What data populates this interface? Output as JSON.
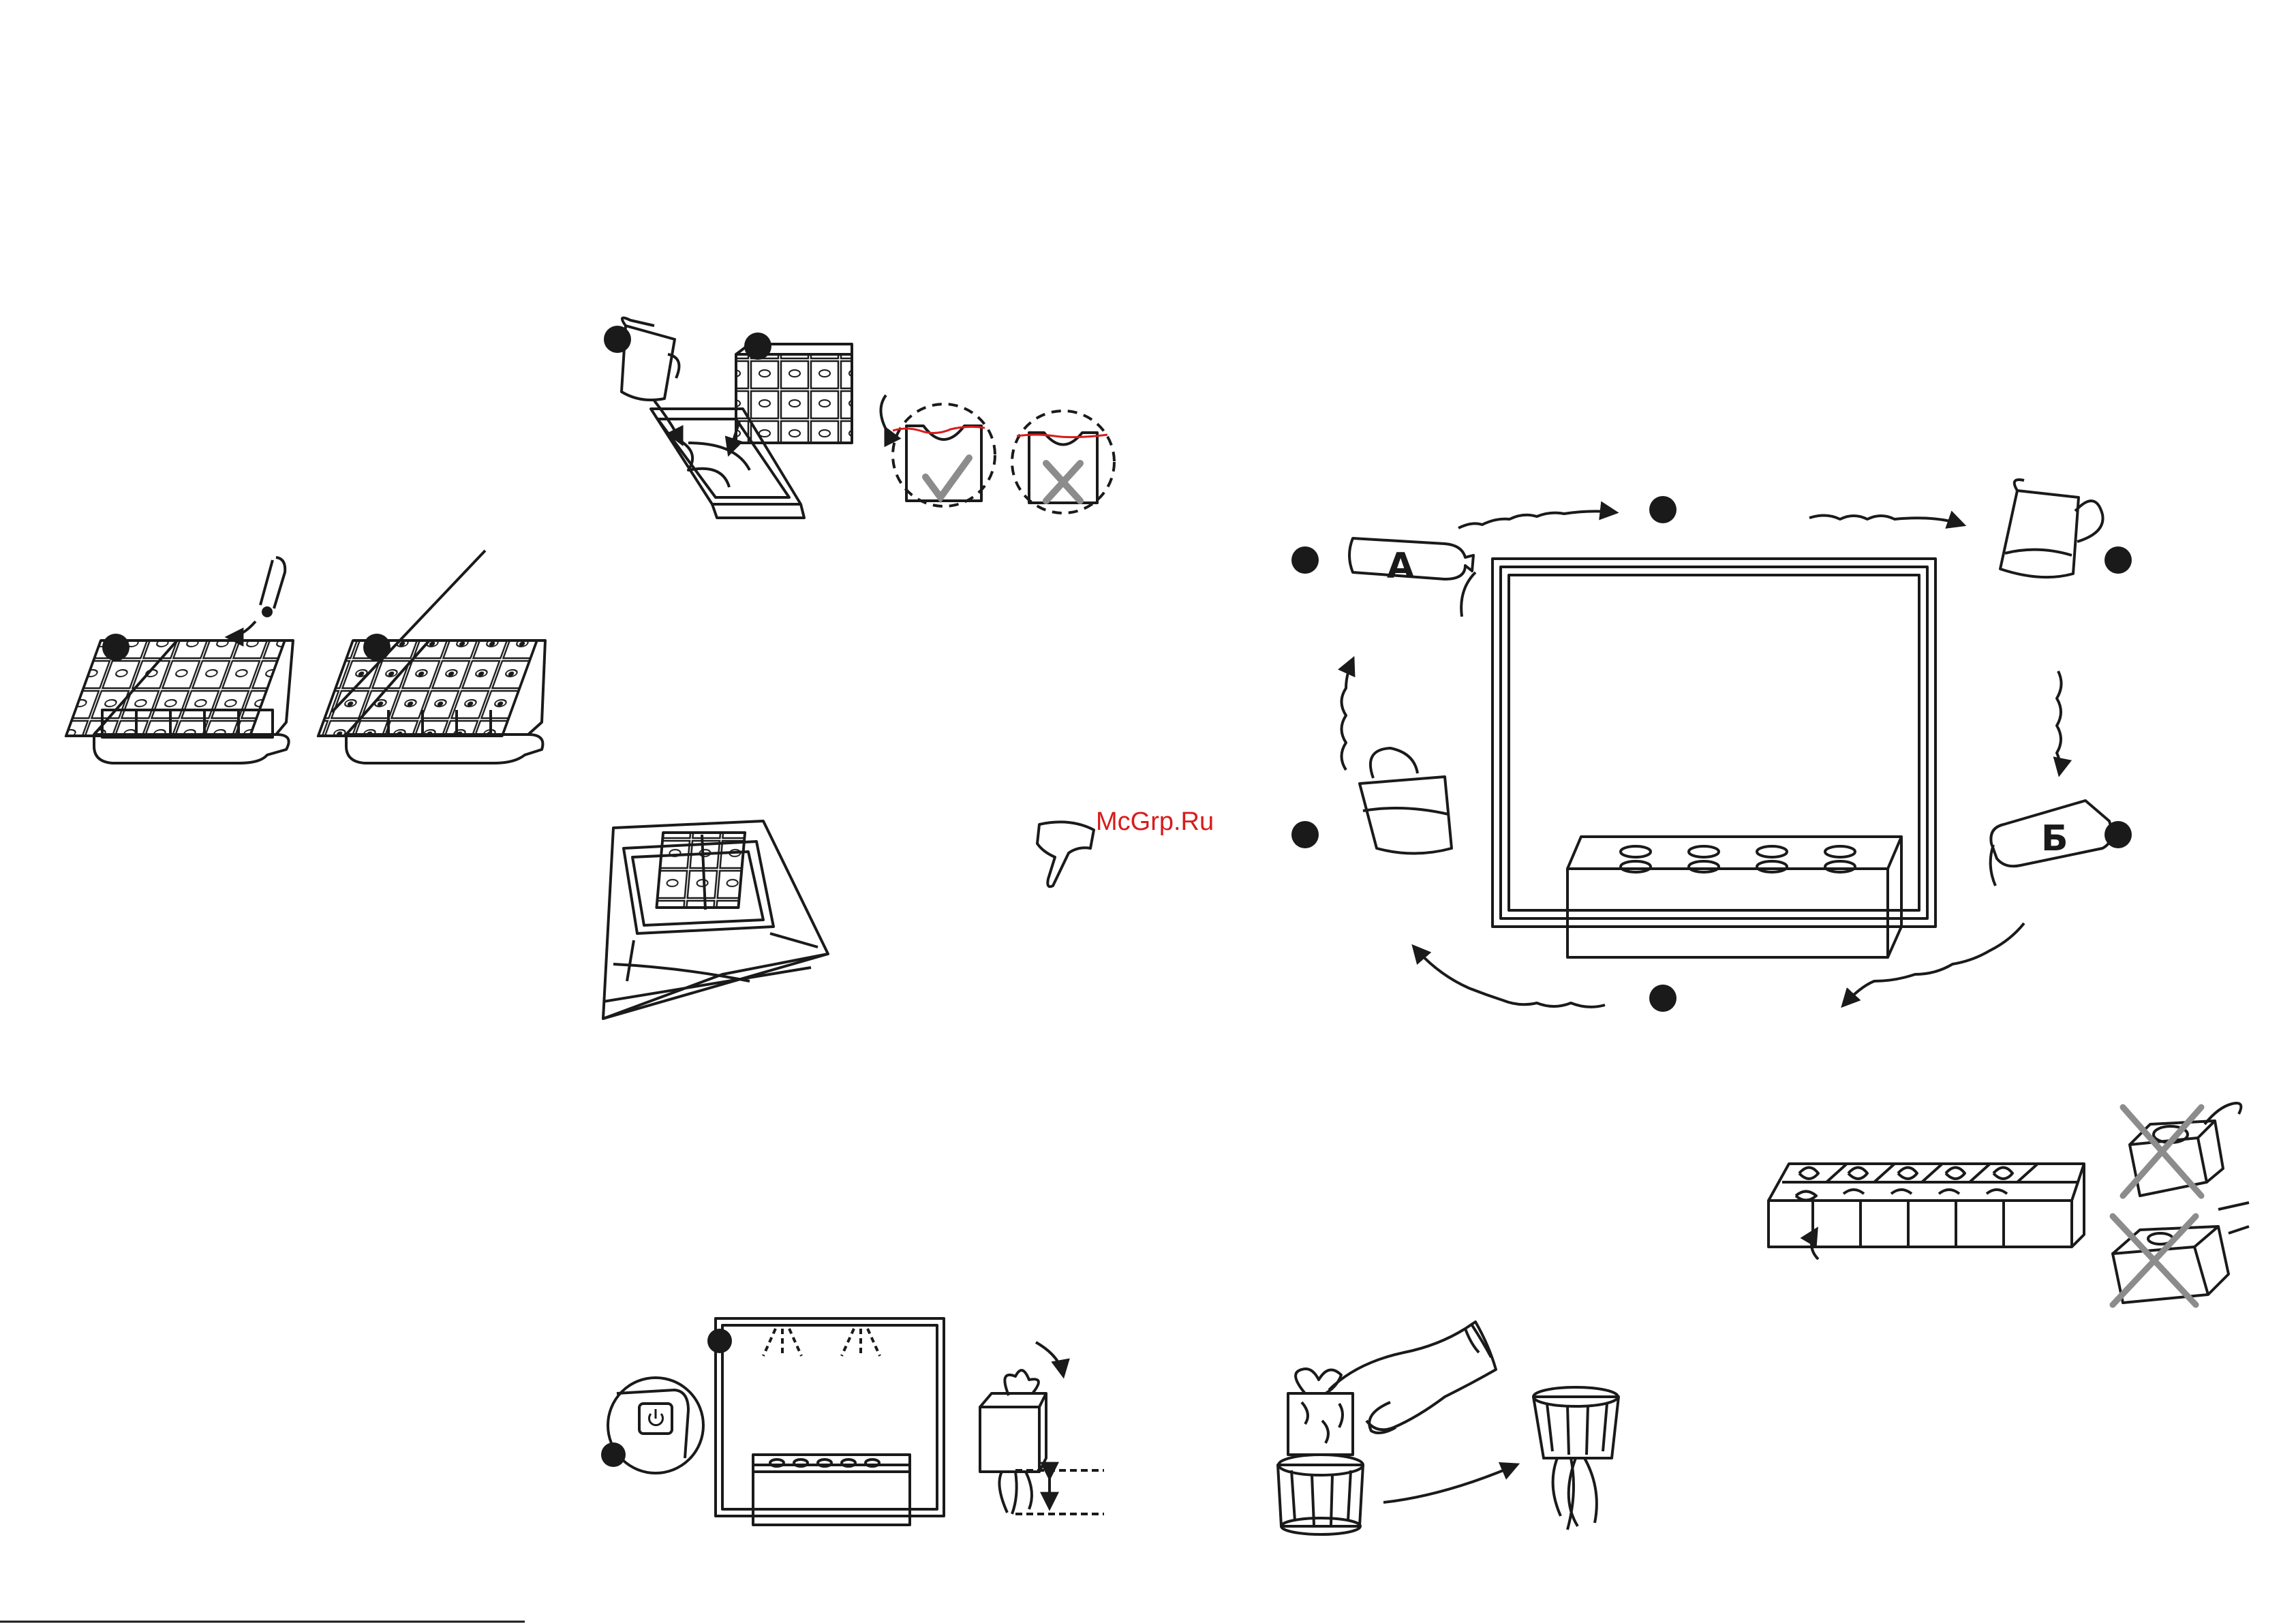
{
  "watermark": {
    "text": "McGrp.Ru"
  },
  "cycle": {
    "label_a": "А",
    "label_b": "Б"
  },
  "colors": {
    "ink": "#1a1a1a",
    "accent_red": "#d81b1b",
    "mark_gray": "#8c8c8c"
  },
  "icons": {
    "ok": "check-mark-icon",
    "bad": "cross-mark-icon",
    "power": "power-icon"
  }
}
